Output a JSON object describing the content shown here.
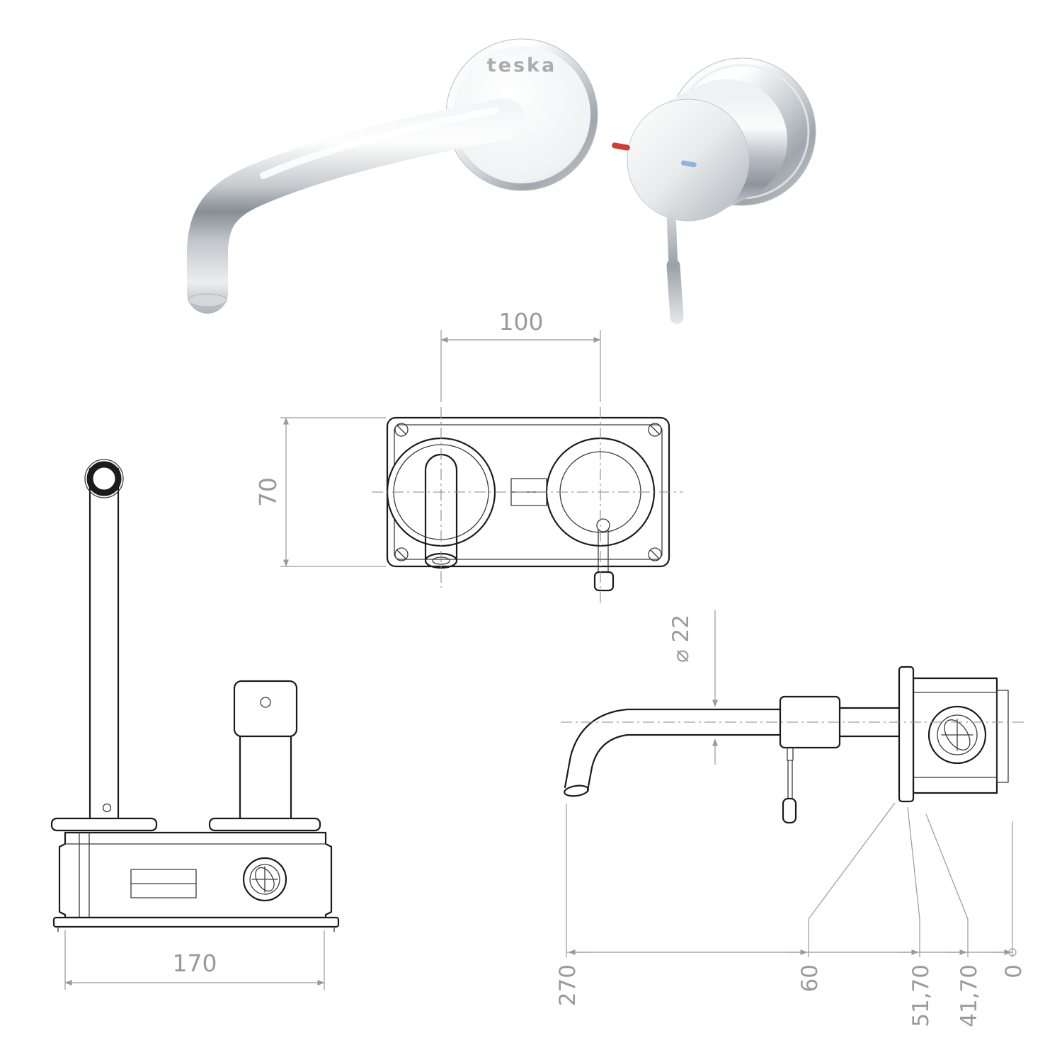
{
  "meta": {
    "background": "#ffffff",
    "line_color": "#1b1b1b",
    "dim_color": "#9a9a9a"
  },
  "render": {
    "brand_label": "teska",
    "hot_indicator_color": "#d23b2f",
    "cold_indicator_color": "#8fb3dd"
  },
  "front_view": {
    "dim_spacing": "100",
    "dim_height": "70"
  },
  "side_view_left": {
    "dim_width": "170"
  },
  "side_view_right": {
    "dim_diameter": "⌀ 22",
    "dim_reach": "270",
    "dim_60": "60",
    "dim_51_70": "51,70",
    "dim_41_70": "41,70",
    "dim_zero": "0"
  }
}
